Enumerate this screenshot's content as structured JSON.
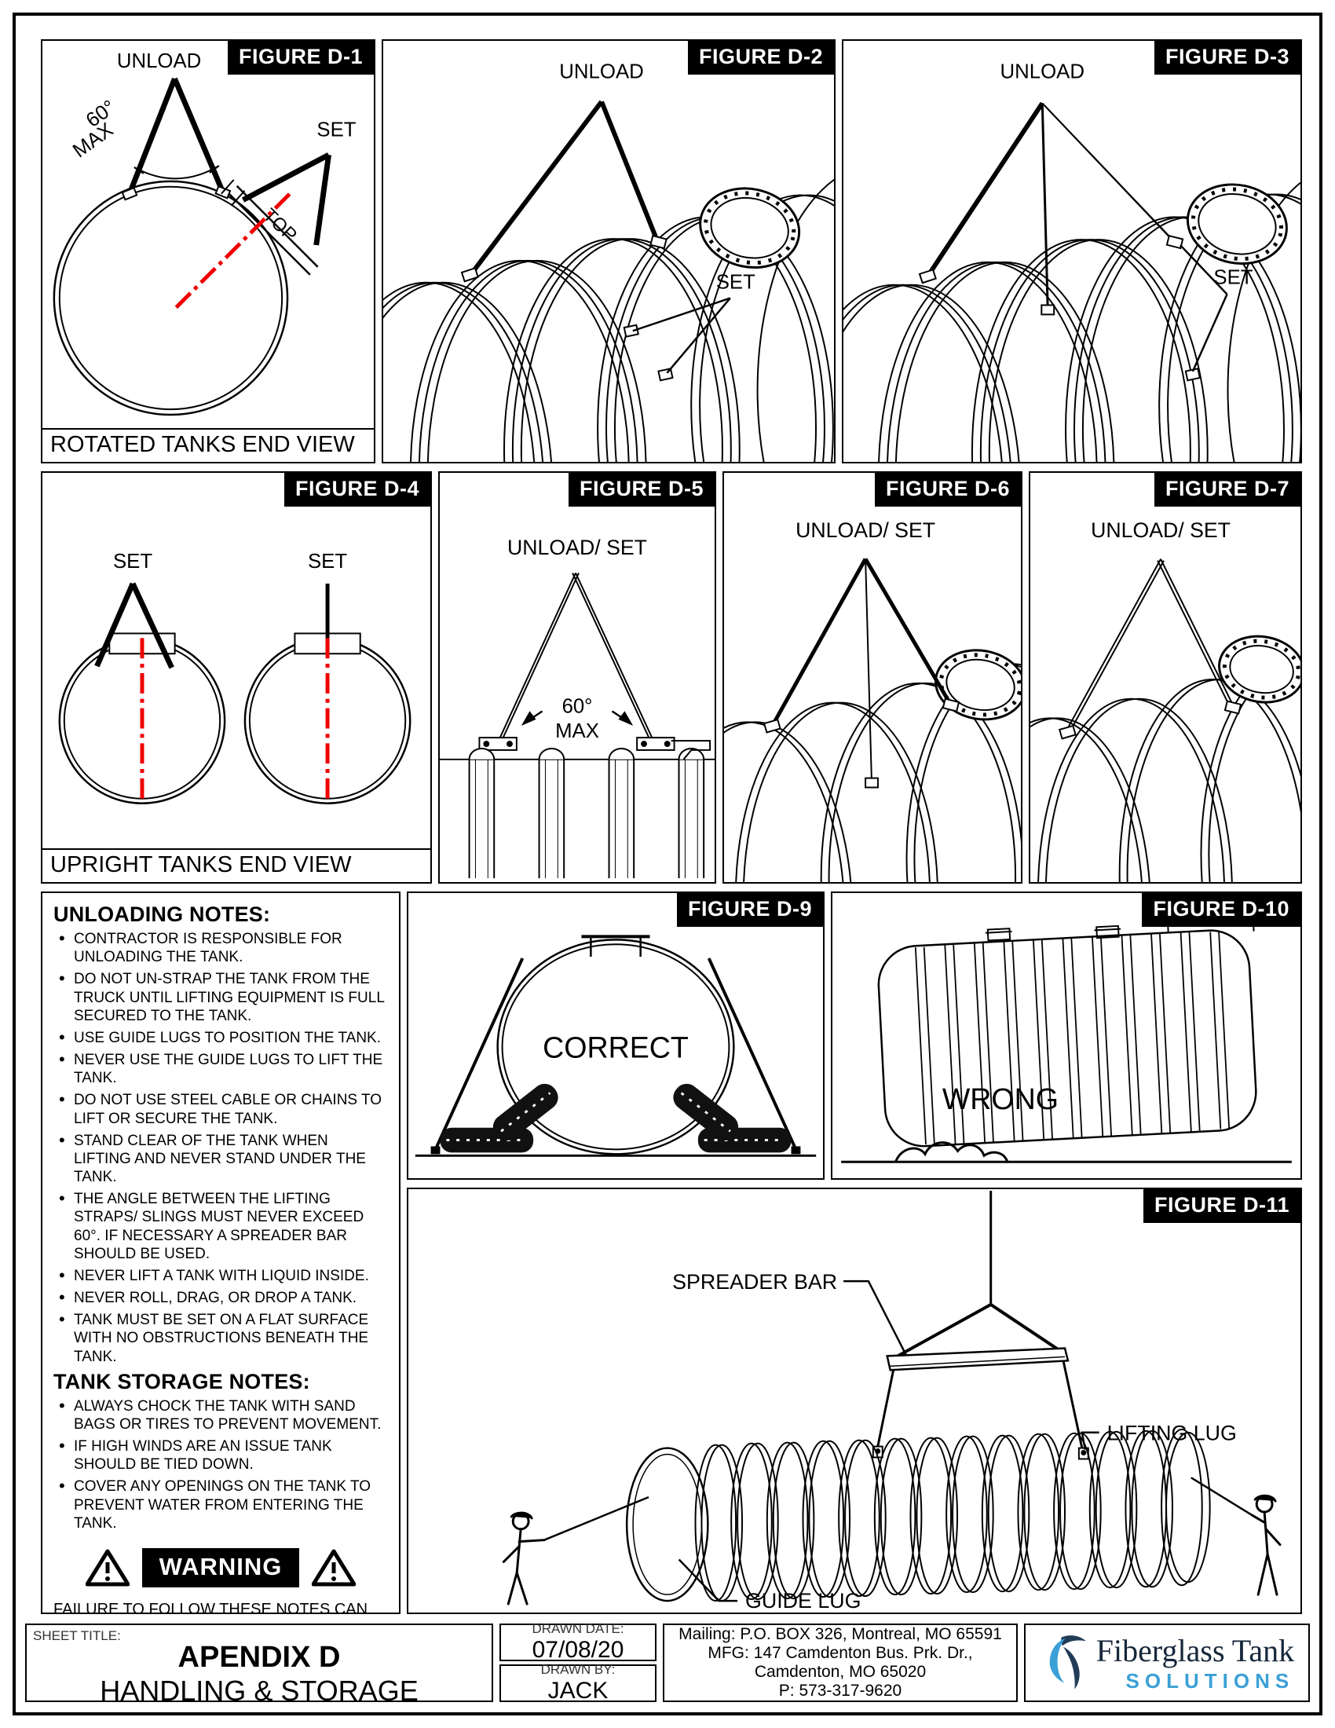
{
  "figures": {
    "d1": {
      "label": "FIGURE D-1",
      "unload": "UNLOAD",
      "angle": "60°",
      "angle_max": "MAX",
      "set": "SET",
      "top": "TOP",
      "caption": "ROTATED TANKS END VIEW"
    },
    "d2": {
      "label": "FIGURE D-2",
      "unload": "UNLOAD",
      "set": "SET"
    },
    "d3": {
      "label": "FIGURE D-3",
      "unload": "UNLOAD",
      "set": "SET"
    },
    "d4": {
      "label": "FIGURE D-4",
      "set_left": "SET",
      "set_right": "SET",
      "caption": "UPRIGHT TANKS END VIEW"
    },
    "d5": {
      "label": "FIGURE D-5",
      "unload_set": "UNLOAD/ SET",
      "angle": "60°",
      "angle_max": "MAX"
    },
    "d6": {
      "label": "FIGURE D-6",
      "unload_set": "UNLOAD/ SET"
    },
    "d7": {
      "label": "FIGURE D-7",
      "unload_set": "UNLOAD/ SET"
    },
    "d9": {
      "label": "FIGURE D-9",
      "annotation": "CORRECT"
    },
    "d10": {
      "label": "FIGURE D-10",
      "annotation": "WRONG"
    },
    "d11": {
      "label": "FIGURE D-11",
      "spreader_bar": "SPREADER BAR",
      "lifting_lug": "LIFTING LUG",
      "guide_lug": "GUIDE LUG"
    }
  },
  "notes": {
    "unloading_heading": "UNLOADING NOTES:",
    "unloading_items": [
      "CONTRACTOR IS RESPONSIBLE FOR UNLOADING THE TANK.",
      "DO NOT UN-STRAP THE TANK FROM THE TRUCK UNTIL LIFTING EQUIPMENT IS FULL SECURED TO THE TANK.",
      "USE GUIDE LUGS TO POSITION THE TANK.",
      "NEVER USE THE GUIDE LUGS TO LIFT THE TANK.",
      "DO NOT USE STEEL CABLE OR CHAINS TO LIFT OR SECURE THE TANK.",
      "STAND CLEAR OF THE TANK WHEN LIFTING AND NEVER STAND UNDER THE TANK.",
      "THE ANGLE BETWEEN THE LIFTING STRAPS/ SLINGS MUST NEVER EXCEED 60°. IF NECESSARY A SPREADER BAR SHOULD BE USED.",
      "NEVER LIFT A TANK WITH LIQUID INSIDE.",
      "NEVER ROLL, DRAG, OR DROP A TANK.",
      "TANK MUST BE SET ON A FLAT SURFACE WITH NO OBSTRUCTIONS BENEATH THE TANK."
    ],
    "storage_heading": "TANK STORAGE NOTES:",
    "storage_items": [
      "ALWAYS CHOCK THE TANK WITH SAND BAGS OR TIRES TO PREVENT MOVEMENT.",
      "IF HIGH WINDS ARE AN ISSUE TANK SHOULD BE TIED DOWN.",
      "COVER ANY OPENINGS ON THE TANK TO PREVENT WATER FROM ENTERING THE TANK."
    ],
    "warning_label": "WARNING",
    "warning_text": "FAILURE TO FOLLOW THESE NOTES CAN RESULT IN DEATH, SERIOUS INJURY, OR DAMAGE TO THE TANK."
  },
  "title_block": {
    "sheet_title_label": "SHEET TITLE:",
    "sheet_title_line1": "APENDIX D",
    "sheet_title_line2": "HANDLING & STORAGE",
    "drawn_date_label": "DRAWN DATE:",
    "drawn_date": "07/08/20",
    "drawn_by_label": "DRAWN BY:",
    "drawn_by": "JACK",
    "address_line1": "Mailing: P.O. BOX 326, Montreal, MO 65591",
    "address_line2": "MFG: 147 Camdenton Bus. Prk. Dr.,",
    "address_line3": "Camdenton, MO 65020",
    "address_line4": "P: 573-317-9620",
    "logo_name": "Fiberglass Tank",
    "logo_tagline": "SOLUTIONS"
  },
  "colors": {
    "centerline_red": "#ee0000",
    "logo_navy": "#223c58",
    "logo_text_navy": "#16273a",
    "logo_blue": "#3ba0d6"
  }
}
